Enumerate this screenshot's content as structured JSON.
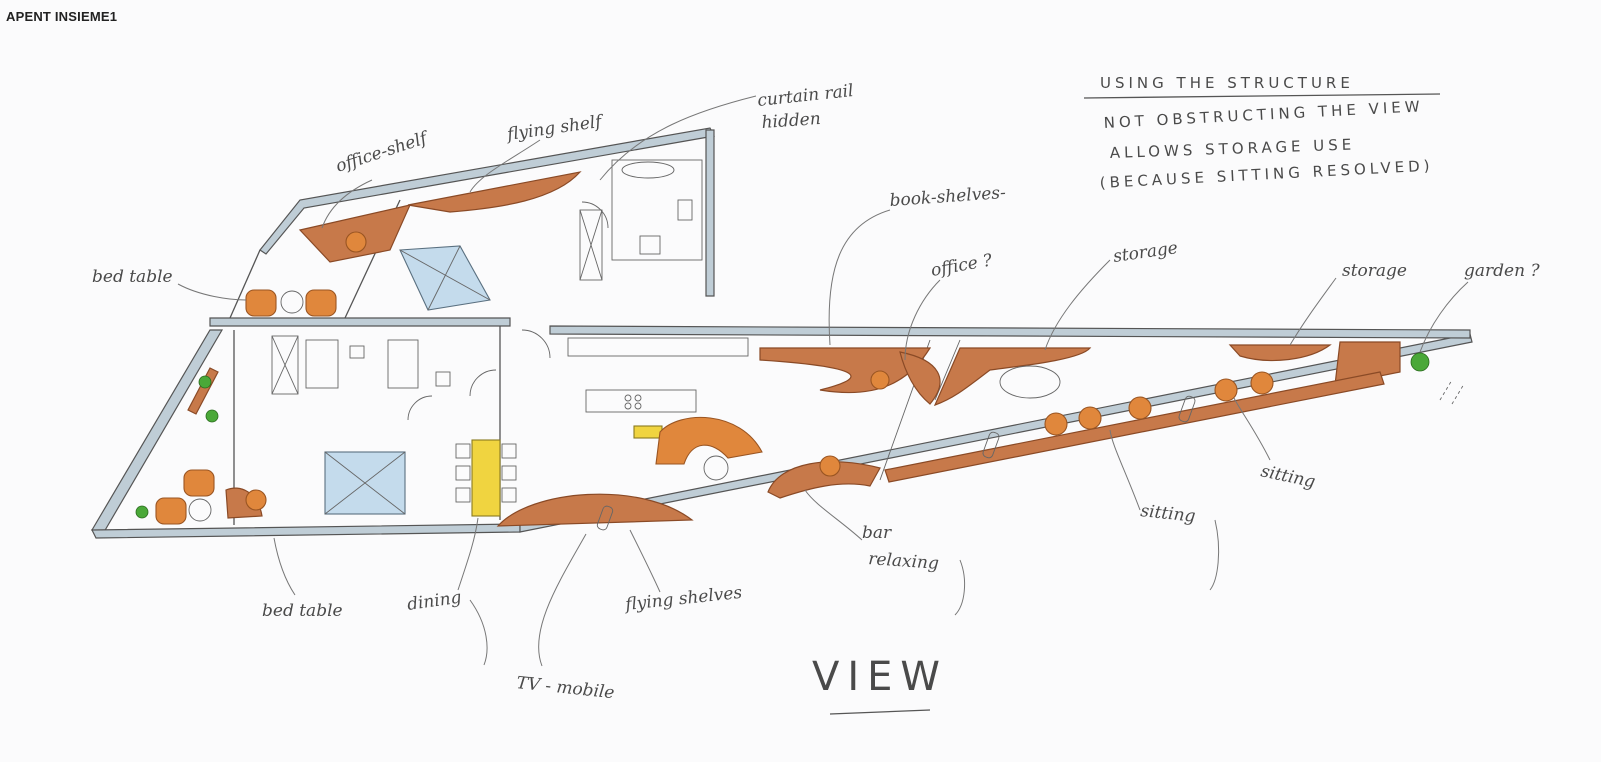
{
  "sheet": {
    "title": "APENT INSIEME1"
  },
  "notes": {
    "line1": "USING THE STRUCTURE",
    "line2": "NOT OBSTRUCTING THE VIEW",
    "line3": "ALLOWS STORAGE USE",
    "line4": "(BECAUSE SITTING RESOLVED)"
  },
  "labels": {
    "office_shelf": "office-shelf",
    "flying_shelf": "flying shelf",
    "curtain_rail": "curtain rail",
    "curtain_hidden": "hidden",
    "bed_table_top": "bed table",
    "book_shelves": "book-shelves-",
    "office_q": "office ?",
    "storage_mid": "storage",
    "storage_right": "storage",
    "garden_q": "garden ?",
    "sitting_right": "sitting",
    "sitting_mid": "sitting",
    "bar": "bar",
    "relaxing": "relaxing",
    "bed_table_bottom": "bed table",
    "dining": "dining",
    "flying_shelves": "flying shelves",
    "tv_mobile": "TV - mobile",
    "view": "VIEW"
  },
  "colors": {
    "wood": "#c7794a",
    "seat": "#e0873c",
    "bed": "#c4dbec",
    "dining_table": "#f0d440",
    "plant": "#4aa838",
    "wall": "#bfcdd6"
  }
}
